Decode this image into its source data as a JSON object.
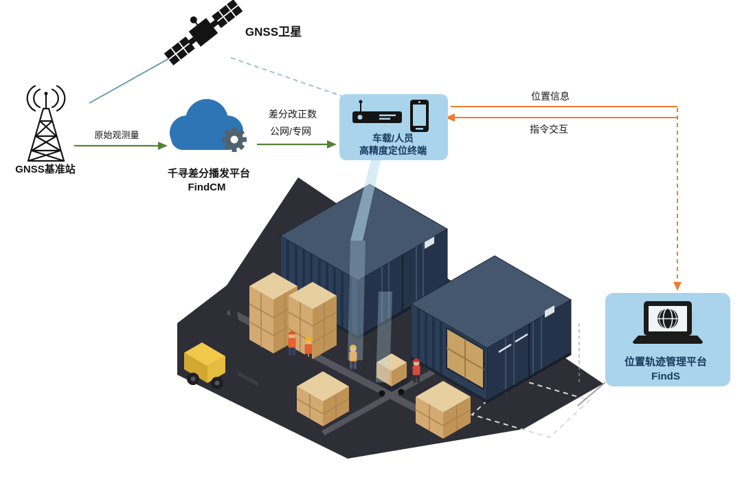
{
  "nodes": {
    "satellite": {
      "label": "GNSS卫星"
    },
    "base_station": {
      "label": "GNSS基准站"
    },
    "cloud_platform": {
      "name": "千寻差分播发平台",
      "product": "FindCM"
    },
    "terminal": {
      "line1": "车载/人员",
      "line2": "高精度定位终端"
    },
    "management_platform": {
      "name": "位置轨迹管理平台",
      "product": "FindS"
    }
  },
  "flows": {
    "raw_observation": {
      "label": "原始观测量"
    },
    "correction": {
      "label": "差分改正数",
      "sublabel": "公网/专网"
    },
    "position_info": {
      "label": "位置信息"
    },
    "command_interaction": {
      "label": "指令交互"
    }
  },
  "icons": {
    "satellite": "satellite-icon",
    "base_station": "antenna-tower-icon",
    "cloud_platform": "cloud-icon",
    "cloud_gear": "gear-icon",
    "terminal_receiver": "gnss-receiver-icon",
    "terminal_phone": "smartphone-icon",
    "management_platform": "laptop-globe-icon"
  },
  "colors": {
    "green_arrow": "#548235",
    "orange_arrow": "#ed7d31",
    "panel_blue": "#aad4ec",
    "navy_text": "#17375e",
    "cloud_blue": "#2e75b6",
    "gear_gray": "#51626f",
    "satellite_link": "#6e9eb4",
    "satellite_link_dashed": "#9cc2d6"
  }
}
